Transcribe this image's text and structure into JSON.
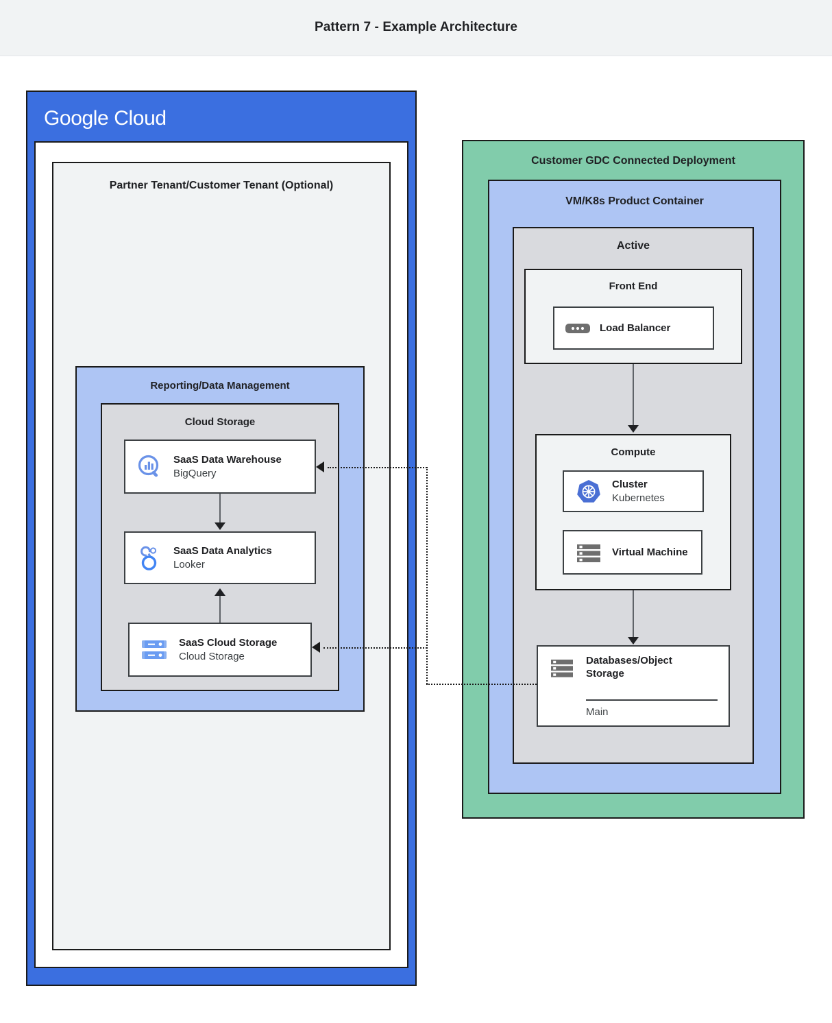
{
  "header": {
    "title": "Pattern 7 - Example Architecture"
  },
  "colors": {
    "google_blue": "#3b6fe0",
    "light_blue": "#aec5f4",
    "green": "#81ccab",
    "gray": "#d9dade",
    "light_gray": "#f1f3f4",
    "border": "#1a1a1a",
    "icon_blue": "#6a92e8",
    "icon_gray": "#6e6e6e"
  },
  "google_cloud": {
    "logo_google": "Google",
    "logo_cloud": "Cloud",
    "tenant": {
      "title": "Partner Tenant/Customer Tenant (Optional)"
    },
    "reporting": {
      "title": "Reporting/Data Management",
      "cloud_storage": {
        "title": "Cloud Storage",
        "cards": [
          {
            "icon": "bigquery-icon",
            "title": "SaaS Data Warehouse",
            "sub": "BigQuery"
          },
          {
            "icon": "looker-icon",
            "title": "SaaS Data Analytics",
            "sub": "Looker"
          },
          {
            "icon": "cloud-storage-icon",
            "title": "SaaS Cloud Storage",
            "sub": "Cloud Storage"
          }
        ]
      }
    }
  },
  "gdc": {
    "title": "Customer GDC Connected Deployment",
    "vm_k8s": {
      "title": "VM/K8s Product Container",
      "active": {
        "title": "Active",
        "front_end": {
          "title": "Front End",
          "card": {
            "icon": "load-balancer-icon",
            "title": "Load Balancer",
            "sub": ""
          }
        },
        "compute": {
          "title": "Compute",
          "cards": [
            {
              "icon": "kubernetes-icon",
              "title": "Cluster",
              "sub": "Kubernetes"
            },
            {
              "icon": "virtual-machine-icon",
              "title": "Virtual Machine",
              "sub": ""
            }
          ]
        },
        "database": {
          "icon": "database-icon",
          "title": "Databases/Object Storage",
          "instance": "Main"
        }
      }
    }
  },
  "connectors": [
    {
      "name": "compute-to-data-warehouse",
      "style": "dotted",
      "direction": "left"
    },
    {
      "name": "database-to-cloud-storage",
      "style": "dotted",
      "direction": "left"
    },
    {
      "name": "front-end-to-compute",
      "style": "solid",
      "direction": "down"
    },
    {
      "name": "compute-to-database",
      "style": "solid",
      "direction": "down"
    },
    {
      "name": "data-warehouse-to-analytics",
      "style": "solid",
      "direction": "down"
    },
    {
      "name": "cloud-storage-to-analytics",
      "style": "solid",
      "direction": "up"
    }
  ]
}
